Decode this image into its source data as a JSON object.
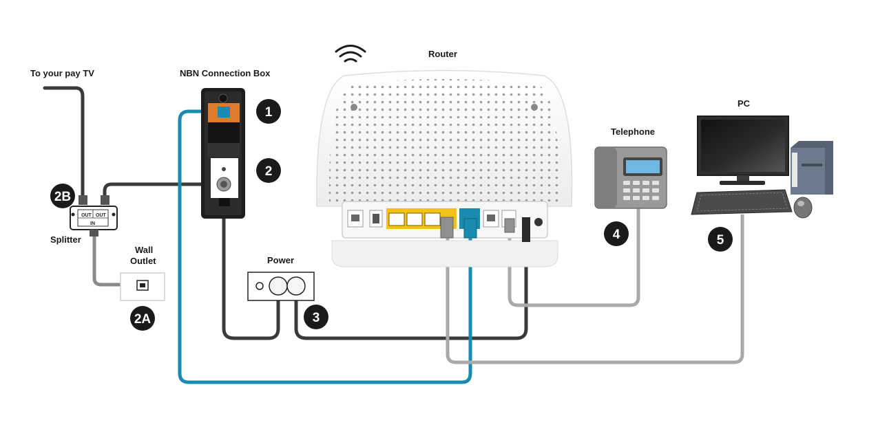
{
  "labels": {
    "pay_tv": "To your pay TV",
    "nbn_box": "NBN Connection Box",
    "router": "Router",
    "telephone": "Telephone",
    "pc": "PC",
    "splitter": "Splitter",
    "wall_outlet_line1": "Wall",
    "wall_outlet_line2": "Outlet",
    "power": "Power",
    "splitter_out_left": "OUT",
    "splitter_out_right": "OUT",
    "splitter_in": "IN"
  },
  "steps": [
    "1",
    "2",
    "2A",
    "2B",
    "3",
    "4",
    "5"
  ],
  "colors": {
    "ethernet_blue": "#1a8bb0",
    "cable_dark": "#3a3a3a",
    "cable_grey": "#a9a9a9",
    "lan_yellow": "#f2c21b",
    "badge": "#1a1a1a"
  },
  "icons": [
    "wifi-icon",
    "router",
    "nbn-box",
    "telephone",
    "pc-monitor",
    "pc-tower",
    "keyboard",
    "mouse",
    "splitter",
    "wall-outlet",
    "power-outlet"
  ]
}
